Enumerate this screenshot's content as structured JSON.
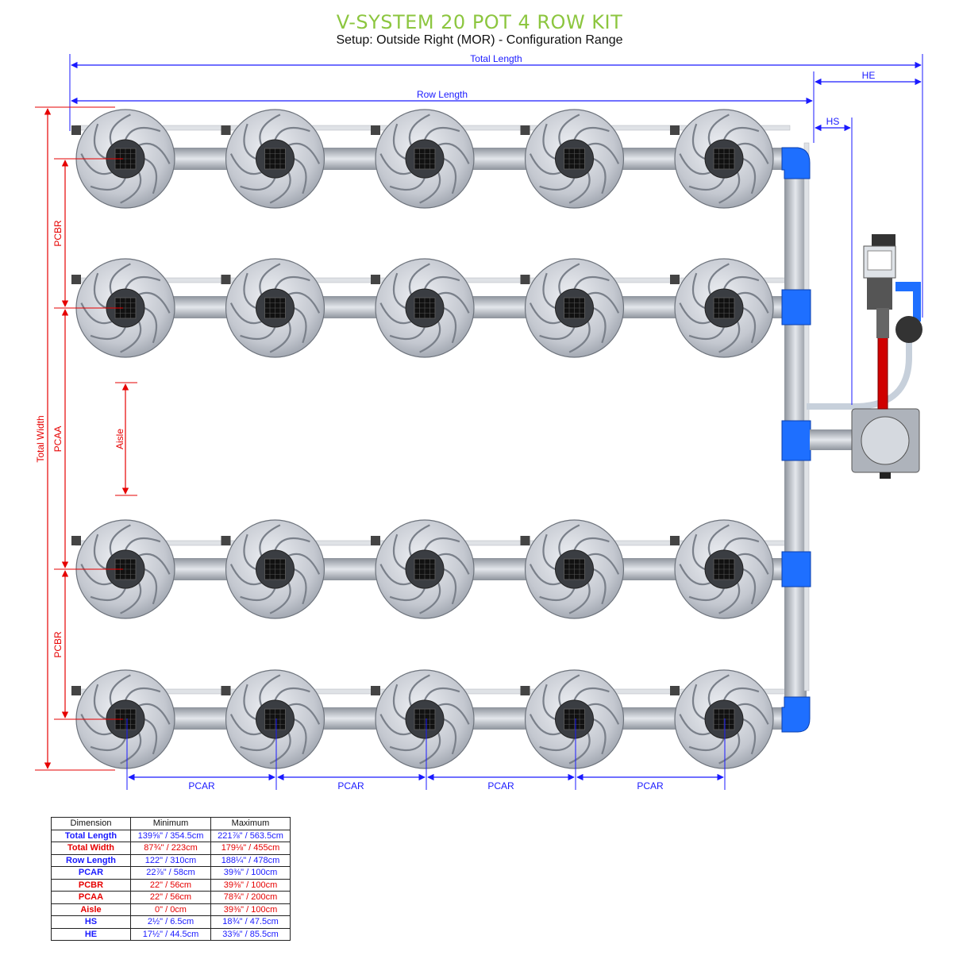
{
  "title": "V-SYSTEM 20 POT 4 ROW KIT",
  "subtitle": "Setup: Outside Right (MOR) - Configuration Range",
  "labels": {
    "total_length": "Total Length",
    "row_length": "Row Length",
    "he": "HE",
    "hs": "HS",
    "total_width": "Total Width",
    "pcbr": "PCBR",
    "pcaa": "PCAA",
    "aisle": "Aisle",
    "pcar": "PCAR"
  },
  "layout": {
    "rows": 4,
    "pots_per_row": 5
  },
  "colors": {
    "title": "#8cc63f",
    "blue_dim": "#1a1aff",
    "red_dim": "#e60000",
    "pipe_blue": "#1e6fff",
    "pot_gray": "#b9bdc6"
  },
  "table": {
    "headers": [
      "Dimension",
      "Minimum",
      "Maximum"
    ],
    "rows": [
      {
        "name": "Total Length",
        "min": "139⅝\" / 354.5cm",
        "max": "221⅞\" / 563.5cm",
        "color": "blue"
      },
      {
        "name": "Total Width",
        "min": "87¾\" / 223cm",
        "max": "179⅛\" / 455cm",
        "color": "red"
      },
      {
        "name": "Row Length",
        "min": "122\" / 310cm",
        "max": "188¼\" / 478cm",
        "color": "blue"
      },
      {
        "name": "PCAR",
        "min": "22⅞\" / 58cm",
        "max": "39⅜\" / 100cm",
        "color": "blue"
      },
      {
        "name": "PCBR",
        "min": "22\" / 56cm",
        "max": "39⅜\" / 100cm",
        "color": "red"
      },
      {
        "name": "PCAA",
        "min": "22\" / 56cm",
        "max": "78¾\" / 200cm",
        "color": "red"
      },
      {
        "name": "Aisle",
        "min": "0\" / 0cm",
        "max": "39⅜\" / 100cm",
        "color": "red"
      },
      {
        "name": "HS",
        "min": "2½\" / 6.5cm",
        "max": "18¾\" / 47.5cm",
        "color": "blue"
      },
      {
        "name": "HE",
        "min": "17½\" / 44.5cm",
        "max": "33⅝\" / 85.5cm",
        "color": "blue"
      }
    ]
  }
}
